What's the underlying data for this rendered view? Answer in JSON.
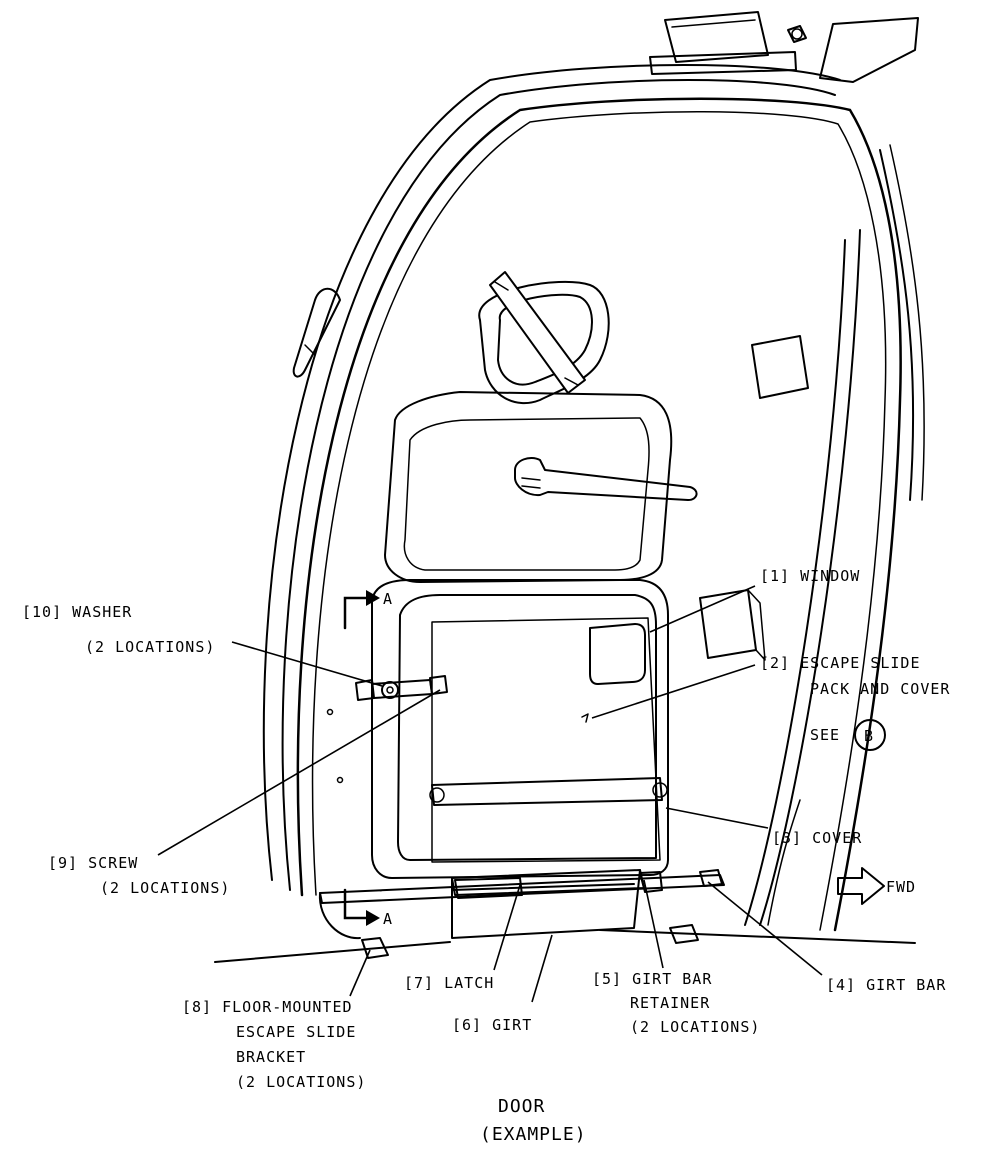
{
  "callouts": {
    "window": "[1] WINDOW",
    "escape_slide_line1": "[2] ESCAPE SLIDE",
    "escape_slide_line2": "PACK AND COVER",
    "see": "SEE",
    "detail_ref": "B",
    "cover": "[3] COVER",
    "girt_bar": "[4] GIRT BAR",
    "girt_bar_retainer_line1": "[5] GIRT BAR",
    "girt_bar_retainer_line2": "RETAINER",
    "girt_bar_retainer_line3": "(2 LOCATIONS)",
    "girt": "[6] GIRT",
    "latch": "[7] LATCH",
    "bracket_line1": "[8] FLOOR-MOUNTED",
    "bracket_line2": "ESCAPE SLIDE",
    "bracket_line3": "BRACKET",
    "bracket_line4": "(2 LOCATIONS)",
    "screw_line1": "[9] SCREW",
    "screw_line2": "(2 LOCATIONS)",
    "washer_line1": "[10] WASHER",
    "washer_line2": "(2 LOCATIONS)"
  },
  "section_marks": {
    "upper": "A",
    "lower": "A"
  },
  "direction": {
    "label": "FWD"
  },
  "caption": {
    "line1": "DOOR",
    "line2": "(EXAMPLE)"
  }
}
